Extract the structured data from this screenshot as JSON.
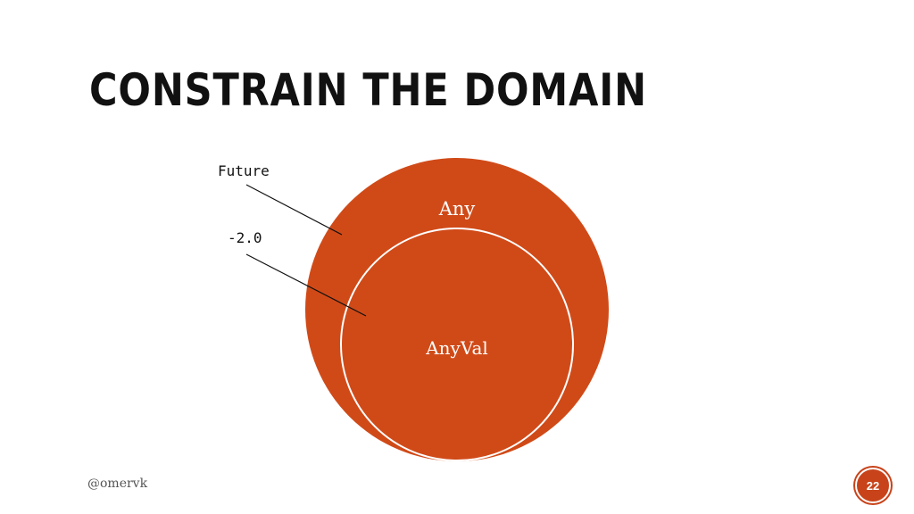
{
  "slide": {
    "title": "CONSTRAIN THE DOMAIN",
    "footer_handle": "@omervk",
    "page_number": "22"
  },
  "diagram": {
    "outer_label": "Any",
    "inner_label": "AnyVal",
    "callouts": [
      {
        "text": "Future"
      },
      {
        "text": "-2.0"
      }
    ]
  },
  "colors": {
    "accent": "#d04a18",
    "text": "#111111",
    "label_text": "#ffffff"
  }
}
